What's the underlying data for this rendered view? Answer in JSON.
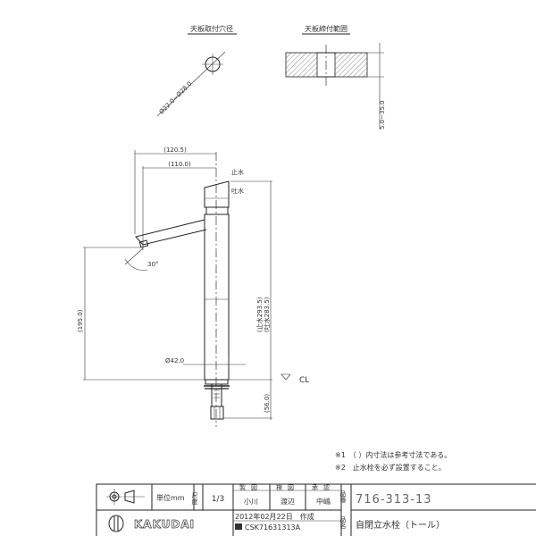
{
  "top_views": {
    "hole_title": "天板取付穴径",
    "hole_dim": "Ø22.0~Ø28.0",
    "clamp_title": "天板締付範囲",
    "clamp_dim": "5.0~35.0"
  },
  "front_view": {
    "dim_spout_outer": "(120.5)",
    "dim_spout_inner": "(110.0)",
    "label_stop": "止水",
    "label_discharge": "吐水",
    "angle": "30°",
    "dim_spout_height": "(195.0)",
    "dim_stop_height": "(止水293.5)",
    "dim_discharge_height": "(吐水283.5)",
    "dim_diameter": "Ø42.0",
    "counter_label": "CL",
    "dim_below": "(56.0)"
  },
  "notes": [
    "※1　（ ）内寸法は参考寸法である。",
    "※2　止水栓を必ず設置すること。"
  ],
  "title_block": {
    "unit": "単位mm",
    "scale_label": "尺度",
    "scale": "1/3",
    "drawn_label": "製図",
    "checked_label": "検図",
    "approved_label": "承認",
    "drawn_by": "小川",
    "checked_by": "渡辺",
    "approved_by": "中嶋",
    "part_no_label": "品番",
    "part_no": "716-313-13",
    "company": "KAKUDAI",
    "date": "2012年02月22日　作成",
    "drawing_no": "CSK71631313A",
    "product_name_label": "品名",
    "product_name": "自閉立水栓（トール）"
  }
}
